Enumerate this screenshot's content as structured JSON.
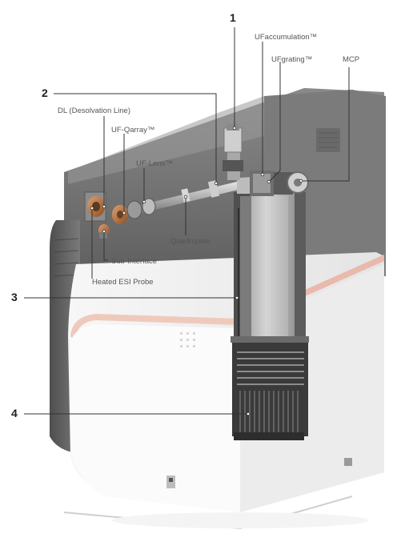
{
  "figure": {
    "callouts": {
      "n1": "1",
      "n2": "2",
      "n3": "3",
      "n4": "4"
    },
    "labels": {
      "ufaccumulation": "UFaccumulation™",
      "ufgrating": "UFgrating™",
      "mcp": "MCP",
      "dl": "DL (Desolvation Line)",
      "ufqarray": "UF-Qarray™",
      "uflens": "UF-Lens™",
      "quadrupole": "Quadrupole",
      "subinterface": "Sub-Interface",
      "heated_esi": "Heated ESI Probe"
    },
    "colors": {
      "housing_top": "#6f6f6f",
      "housing_light": "#f2f2f2",
      "accent_stripe": "#f0c9bd",
      "flight_tube": "#9a9a9a",
      "copper": "#b87333",
      "leader_line": "#333333"
    }
  }
}
